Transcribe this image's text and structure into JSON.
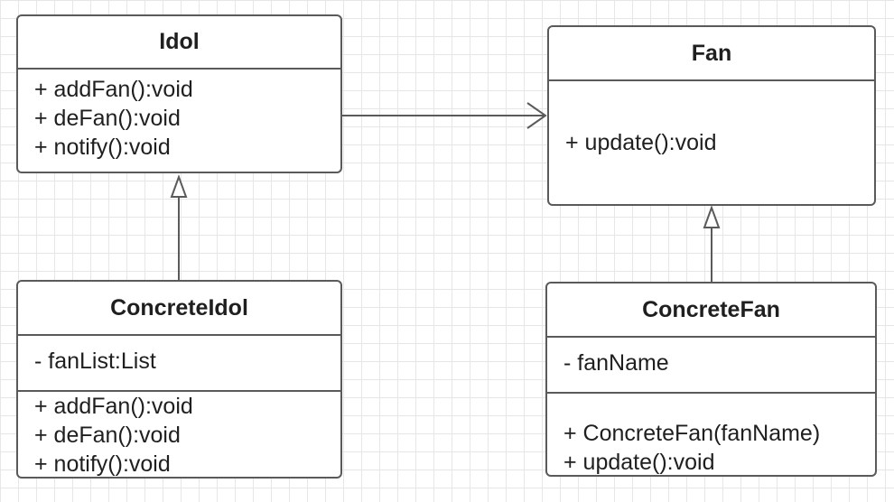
{
  "classes": {
    "idol": {
      "name": "Idol",
      "methods": [
        "+ addFan():void",
        "+ deFan():void",
        "+ notify():void"
      ]
    },
    "fan": {
      "name": "Fan",
      "methods": [
        "+ update():void"
      ]
    },
    "concrete_idol": {
      "name": "ConcreteIdol",
      "attributes": [
        "- fanList:List"
      ],
      "methods": [
        "+ addFan():void",
        "+ deFan():void",
        "+ notify():void"
      ]
    },
    "concrete_fan": {
      "name": "ConcreteFan",
      "attributes": [
        "- fanName"
      ],
      "methods": [
        "+ ConcreteFan(fanName)",
        "+ update():void"
      ]
    }
  },
  "relations": [
    {
      "from": "Idol",
      "to": "Fan",
      "kind": "association"
    },
    {
      "from": "ConcreteIdol",
      "to": "Idol",
      "kind": "generalization"
    },
    {
      "from": "ConcreteFan",
      "to": "Fan",
      "kind": "generalization"
    }
  ]
}
